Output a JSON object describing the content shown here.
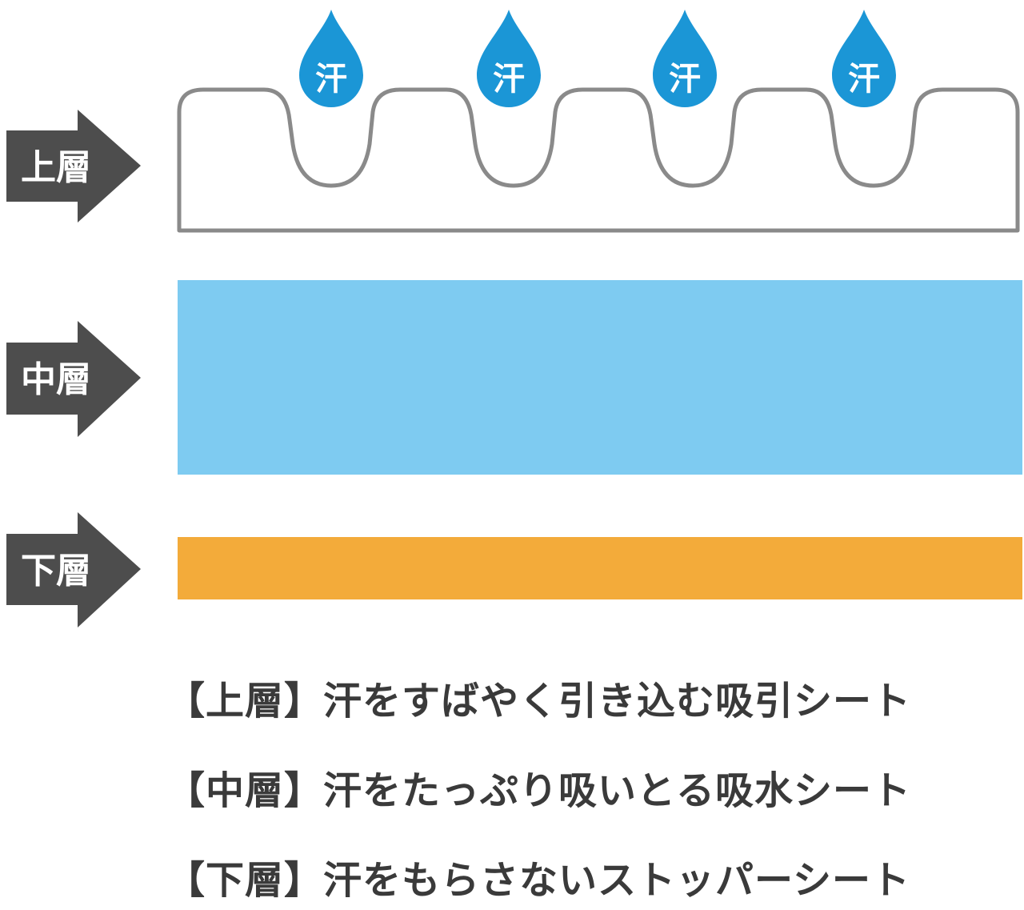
{
  "layers": [
    {
      "key": "top",
      "arrow_label": "上層",
      "color": "#ffffff",
      "outline": "#8a8a8a"
    },
    {
      "key": "middle",
      "arrow_label": "中層",
      "color": "#7ecbf1"
    },
    {
      "key": "bottom",
      "arrow_label": "下層",
      "color": "#f3ab3a"
    }
  ],
  "sweat_drops": {
    "label": "汗",
    "count": 4,
    "color": "#1b96d6"
  },
  "arrow_color": "#4d4d4d",
  "legend": [
    {
      "tag": "【上層】",
      "text": "汗をすばやく引き込む吸引シート"
    },
    {
      "tag": "【中層】",
      "text": "汗をたっぷり吸いとる吸水シート"
    },
    {
      "tag": "【下層】",
      "text": "汗をもらさないストッパーシート"
    }
  ]
}
